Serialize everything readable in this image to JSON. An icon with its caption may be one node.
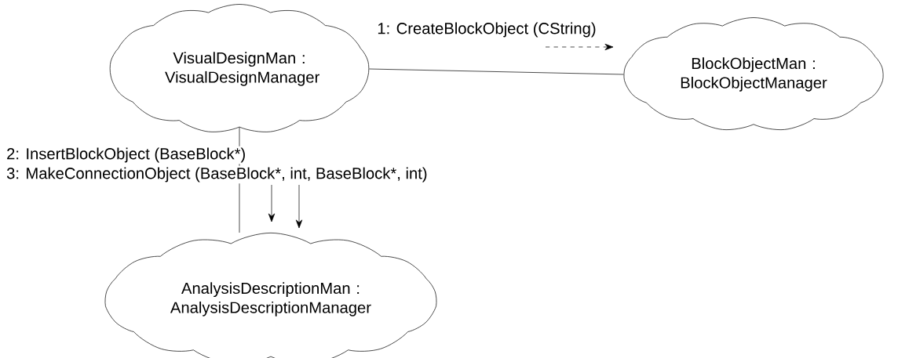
{
  "diagram": {
    "nodes": [
      {
        "text": [
          "VisualDesignMan : VisualDesignManager"
        ]
      },
      {
        "text": [
          "BlockObjectMan : BlockObjectManager"
        ]
      },
      {
        "text": [
          "AnalysisDescriptionMan : AnalysisDescriptionManager"
        ]
      }
    ],
    "edges": [
      {
        "from": 0,
        "to": 1,
        "arrow": "none",
        "label": "1: CreateBlockObject (CString)"
      },
      {
        "from": 0,
        "to": 2,
        "arrow": "none"
      }
    ],
    "labels": [
      "2: InsertBlockObject (BaseBlock*)",
      "3: MakeConnectionObject (BaseBlock*, int, BaseBlock*, int)"
    ]
  }
}
